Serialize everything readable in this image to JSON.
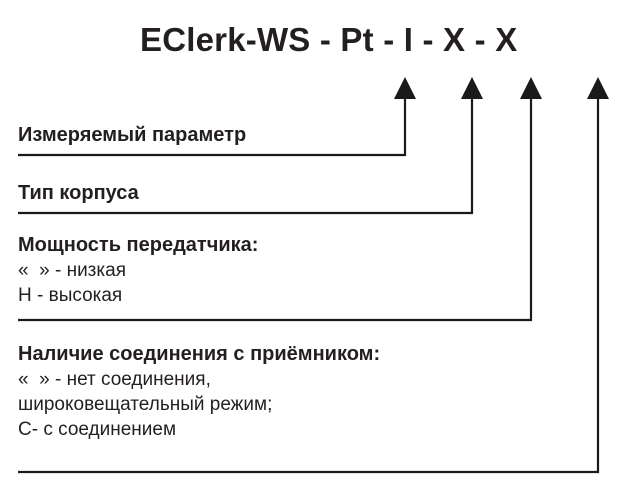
{
  "diagram": {
    "title": "EClerk-WS - Pt - I - X - X",
    "accent_color": "#231f20",
    "background_color": "#ffffff",
    "arrow_count": 4,
    "blocks": [
      {
        "id": "measured-parameter",
        "heading": "Измеряемый параметр",
        "lines": [],
        "target_segment": "Pt"
      },
      {
        "id": "housing-type",
        "heading": "Тип корпуса",
        "lines": [],
        "target_segment": "I"
      },
      {
        "id": "transmitter-power",
        "heading": "Мощность передатчика:",
        "lines": [
          "«  » - низкая",
          "Н - высокая"
        ],
        "target_segment": "X"
      },
      {
        "id": "receiver-connection",
        "heading": "Наличие соединения с приёмником:",
        "lines": [
          "«  » - нет соединения,",
          "широковещательный режим;",
          "С- с соединением"
        ],
        "target_segment": "X"
      }
    ]
  }
}
